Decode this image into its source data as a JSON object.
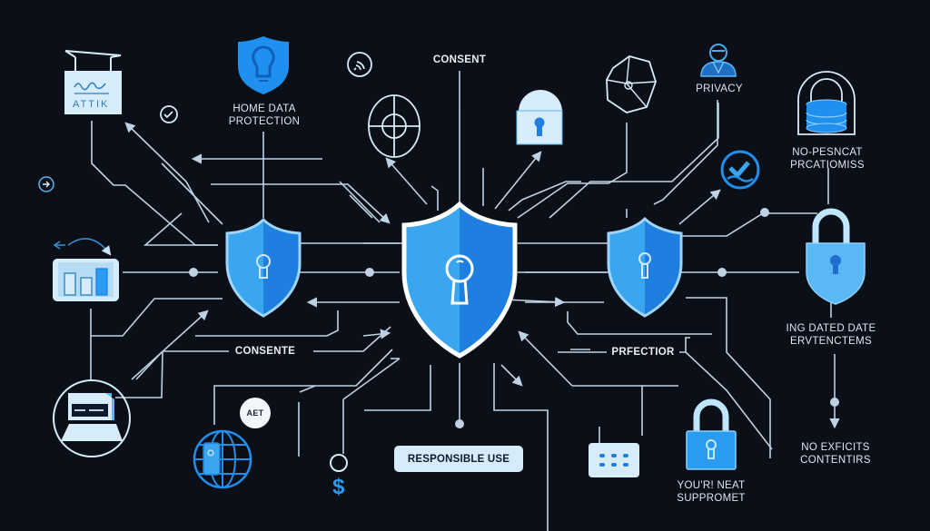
{
  "diagram": {
    "theme": {
      "background": "#0b0f17",
      "line": "#cfe3f5",
      "accent": "#1e8fe8",
      "accent_light": "#5ab8f5",
      "panel": "#d6ecfb"
    },
    "nodes": {
      "attik_card": {
        "label": "ATTIK",
        "icon": "signpost-chart-icon"
      },
      "home_data_protection": {
        "label_line1": "HOME DATA",
        "label_line2": "PROTECTION",
        "icon": "shield-bulb-icon"
      },
      "consent_top": {
        "label": "CONSENT"
      },
      "privacy": {
        "label": "PRIVACY",
        "icon": "person-icon"
      },
      "no_personal": {
        "label_line1": "NO-PESNCAT",
        "label_line2": "PRCATIOMISS",
        "icon": "database-lock-icon"
      },
      "ing_dated": {
        "label_line1": "ING DATED DATE",
        "label_line2": "ERVTENCTEMS",
        "icon": "padlock-icon"
      },
      "consente": {
        "label": "CONSENTE"
      },
      "prefectior": {
        "label": "PRFECTIOR"
      },
      "responsible_use": {
        "label": "RESPONSIBLE USE"
      },
      "youri_neat": {
        "label_line1": "YOU'R! NEAT",
        "label_line2": "SUPPROMET",
        "icon": "padlock-icon"
      },
      "no_explicits": {
        "label_line1": "NO EXFICITS",
        "label_line2": "CONTENTIRS"
      },
      "aet_badge": {
        "label": "AET"
      },
      "dollar": {
        "label": "$"
      }
    },
    "shields": [
      {
        "name": "left-shield",
        "icon": "shield-keyhole-icon"
      },
      {
        "name": "center-shield",
        "icon": "shield-keyhole-icon"
      },
      {
        "name": "right-shield",
        "icon": "shield-keyhole-icon"
      }
    ]
  }
}
